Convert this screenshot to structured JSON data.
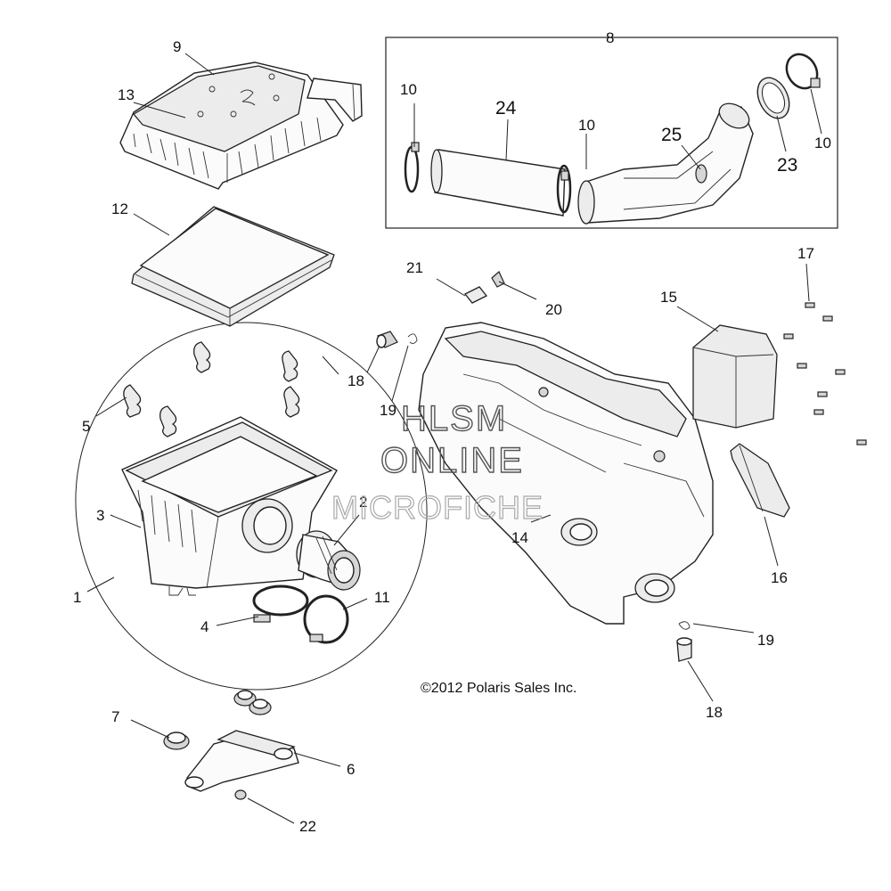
{
  "watermark": {
    "line1": "HLSM",
    "line2": "ONLINE",
    "line3": "MICROFICHE"
  },
  "copyright": "©2012 Polaris Sales Inc.",
  "callouts": {
    "c1": "1",
    "c2": "2",
    "c3": "3",
    "c4": "4",
    "c5": "5",
    "c6": "6",
    "c7": "7",
    "c8": "8",
    "c9": "9",
    "c10a": "10",
    "c10b": "10",
    "c10c": "10",
    "c11": "11",
    "c12": "12",
    "c13": "13",
    "c14": "14",
    "c15": "15",
    "c16": "16",
    "c17": "17",
    "c18a": "18",
    "c18b": "18",
    "c19a": "19",
    "c19b": "19",
    "c20": "20",
    "c21": "21",
    "c22": "22",
    "c23": "23",
    "c24": "24",
    "c25": "25"
  }
}
